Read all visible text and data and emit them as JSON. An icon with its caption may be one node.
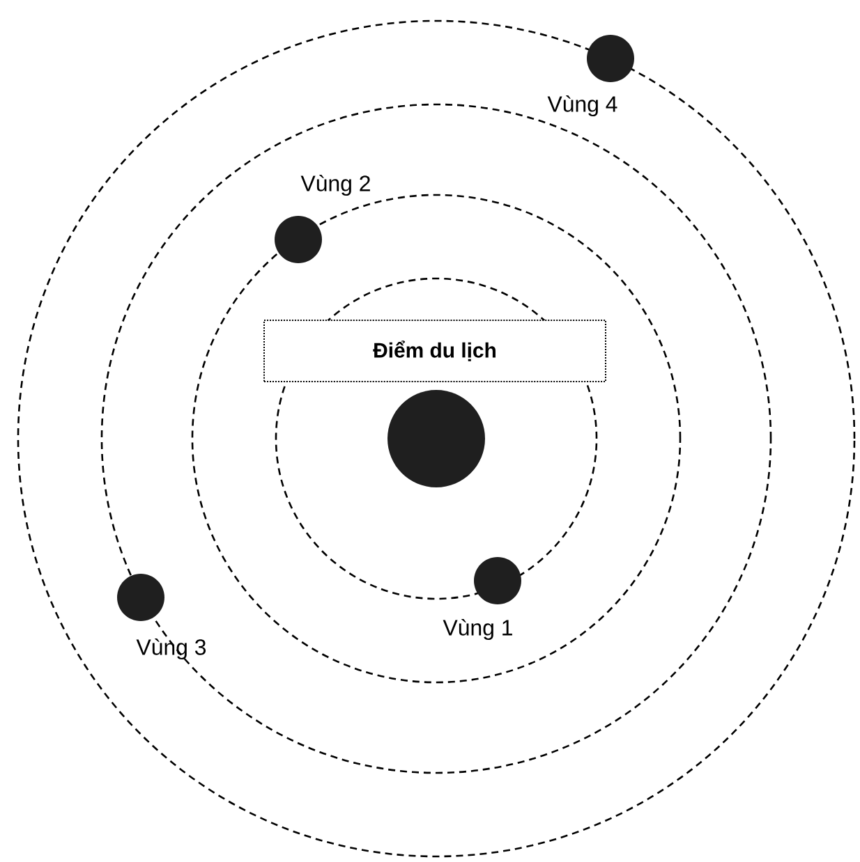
{
  "diagram": {
    "nodes": [
      {
        "text": [
          "Điểm du lịch"
        ]
      },
      {
        "text": [],
        "shape": "circle"
      },
      {
        "text": [],
        "shape": "circle",
        "beside": [
          "Vùng 1"
        ]
      },
      {
        "text": [],
        "shape": "circle",
        "beside": [
          "Vùng 2"
        ]
      },
      {
        "text": [],
        "shape": "circle",
        "beside": [
          "Vùng 3"
        ]
      },
      {
        "text": [],
        "shape": "circle",
        "beside": [
          "Vùng 4"
        ]
      }
    ]
  }
}
